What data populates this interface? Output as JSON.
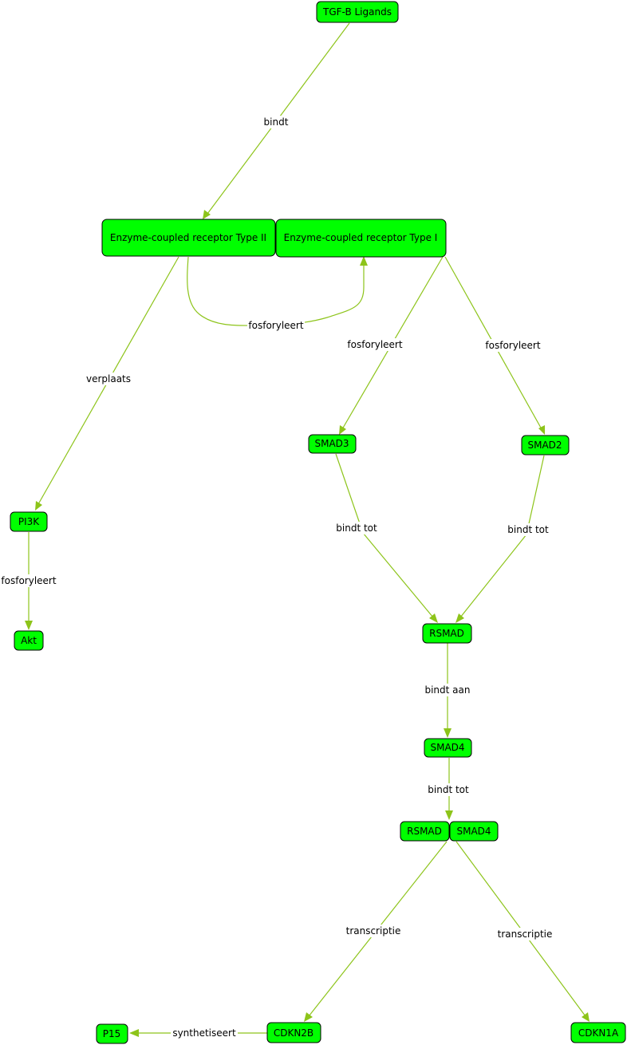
{
  "colors": {
    "node_fill": "#00ff00",
    "edge": "#8dc41a",
    "text": "#000000",
    "background": "#ffffff"
  },
  "nodes": {
    "tgf": "TGF-B Ligands",
    "rec2": "Enzyme-coupled receptor Type II",
    "rec1": "Enzyme-coupled receptor Type I",
    "smad3": "SMAD3",
    "smad2": "SMAD2",
    "pi3k": "PI3K",
    "akt": "Akt",
    "rsmad": "RSMAD",
    "smad4": "SMAD4",
    "c_rsmad": "RSMAD",
    "c_smad4": "SMAD4",
    "cdkn2b": "CDKN2B",
    "cdkn1a": "CDKN1A",
    "p15": "P15"
  },
  "edges": {
    "tgf_rec2": "bindt",
    "rec2_rec1": "fosforyleert",
    "rec1_smad3": "fosforyleert",
    "rec1_smad2": "fosforyleert",
    "rec2_pi3k": "verplaats",
    "pi3k_akt": "fosforyleert",
    "smad3_rsmad": "bindt tot",
    "smad2_rsmad": "bindt tot",
    "rsmad_smad4": "bindt aan",
    "smad4_complex": "bindt tot",
    "complex_cdkn2b": "transcriptie",
    "complex_cdkn1a": "transcriptie",
    "cdkn2b_p15": "synthetiseert"
  }
}
